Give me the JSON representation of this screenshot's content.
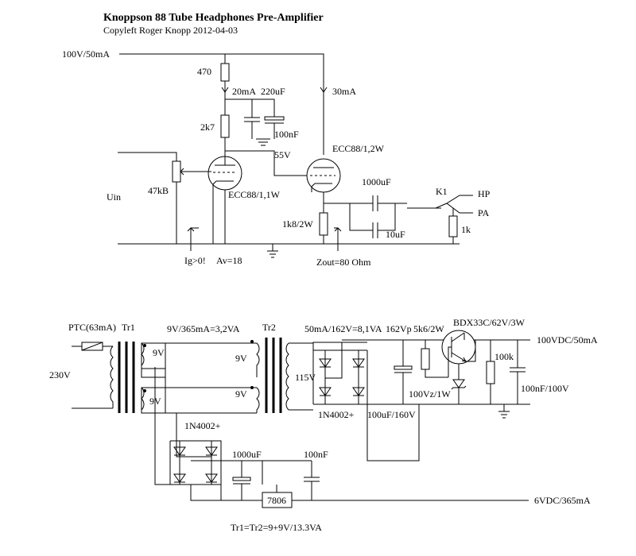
{
  "title": "Knoppson 88 Tube Headphones Pre-Amplifier",
  "subtitle": "Copyleft Roger Knopp 2012-04-03",
  "amp": {
    "supply": "100V/50mA",
    "r_top": "470",
    "current_stage1": "20mA",
    "cap_big": "220uF",
    "cap_small": "100nF",
    "r_anode": "2k7",
    "v_anode": "55V",
    "current_stage2": "30mA",
    "tube2": "ECC88/1,2W",
    "tube1": "ECC88/1,1W",
    "pot": "47kB",
    "input": "Uin",
    "cap_out": "1000uF",
    "cap_out2": "10uF",
    "relay": "K1",
    "out_hp": "HP",
    "out_pa": "PA",
    "r_load": "1k",
    "r_cathode": "1k8/2W",
    "grid_note": "Ig>0!",
    "gain": "Av=18",
    "zout": "Zout=80 Ohm"
  },
  "psu": {
    "ptc": "PTC(63mA)",
    "tr1": "Tr1",
    "sec_rating": "9V/365mA=3,2VA",
    "tr2": "Tr2",
    "mains": "230V",
    "v9a": "9V",
    "v9b": "9V",
    "v9c": "9V",
    "v9d": "9V",
    "hv_rating": "50mA/162V=8,1VA",
    "vpeak": "162Vp",
    "r_series": "5k6/2W",
    "transistor": "BDX33C/62V/3W",
    "out_hv": "100VDC/50mA",
    "v115": "115V",
    "r_bleed": "100k",
    "zener": "100Vz/1W",
    "cap_hv_out": "100nF/100V",
    "bridge_hv": "1N4002+",
    "cap_hv": "100uF/160V",
    "bridge_lv": "1N4002+",
    "cap_lv": "1000uF",
    "cap_lv2": "100nF",
    "regulator": "7806",
    "out_lv": "6VDC/365mA",
    "footnote": "Tr1=Tr2=9+9V/13.3VA"
  }
}
